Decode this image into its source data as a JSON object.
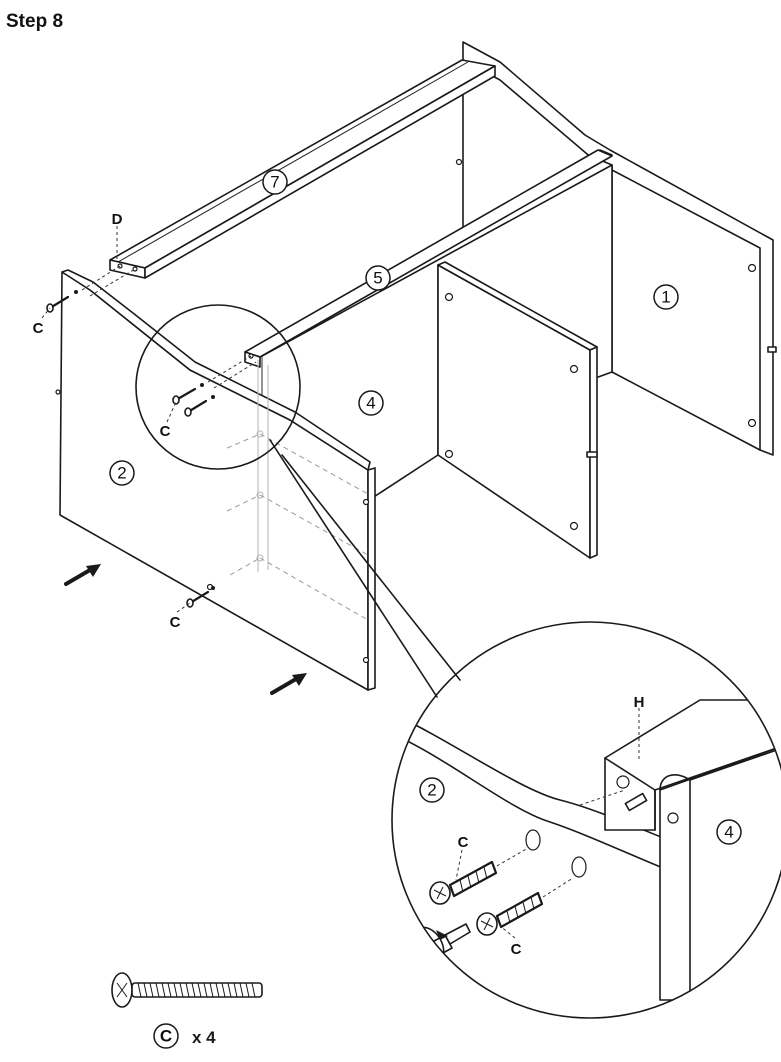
{
  "step_title": "Step 8",
  "part_labels": {
    "p1": "1",
    "p2": "2",
    "p4": "4",
    "p5": "5",
    "p7": "7",
    "detail_p2": "2",
    "detail_p4": "4"
  },
  "hardware_labels": {
    "d_top": "D",
    "c_left_top": "C",
    "c_circle": "C",
    "c_bottom": "C",
    "h_detail": "H",
    "c_detail_top": "C",
    "c_detail_bottom": "C"
  },
  "hardware_legend": {
    "letter": "C",
    "quantity": "x 4"
  }
}
